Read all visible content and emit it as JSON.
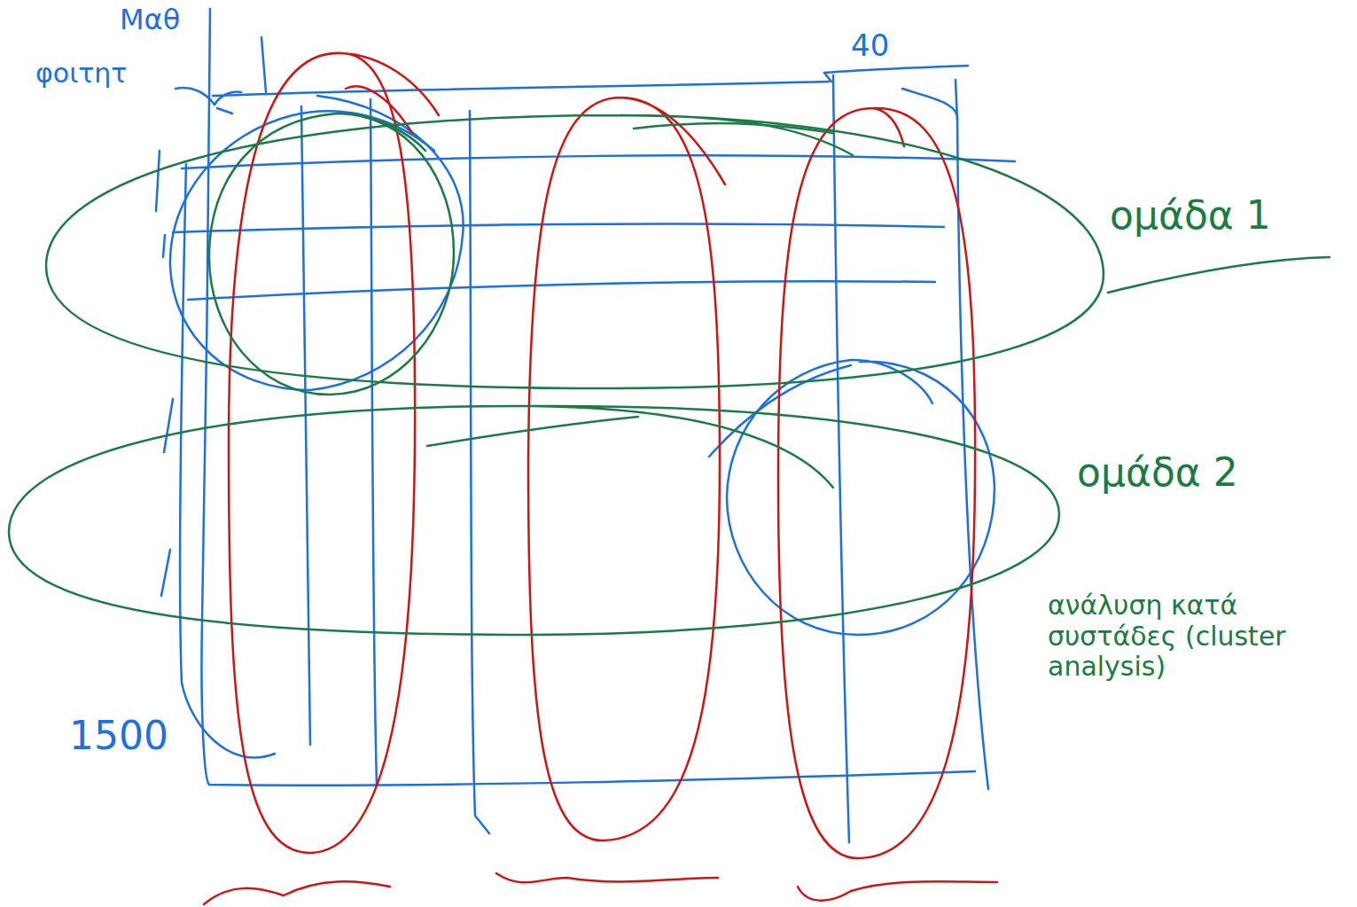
{
  "diagram": {
    "labels": [
      "Μαθ",
      "φοιτητ",
      "40",
      "1500",
      "ομάδα 1",
      "ομάδα 2",
      "ανάλυση κατά συστάδες (cluster analysis)"
    ]
  }
}
